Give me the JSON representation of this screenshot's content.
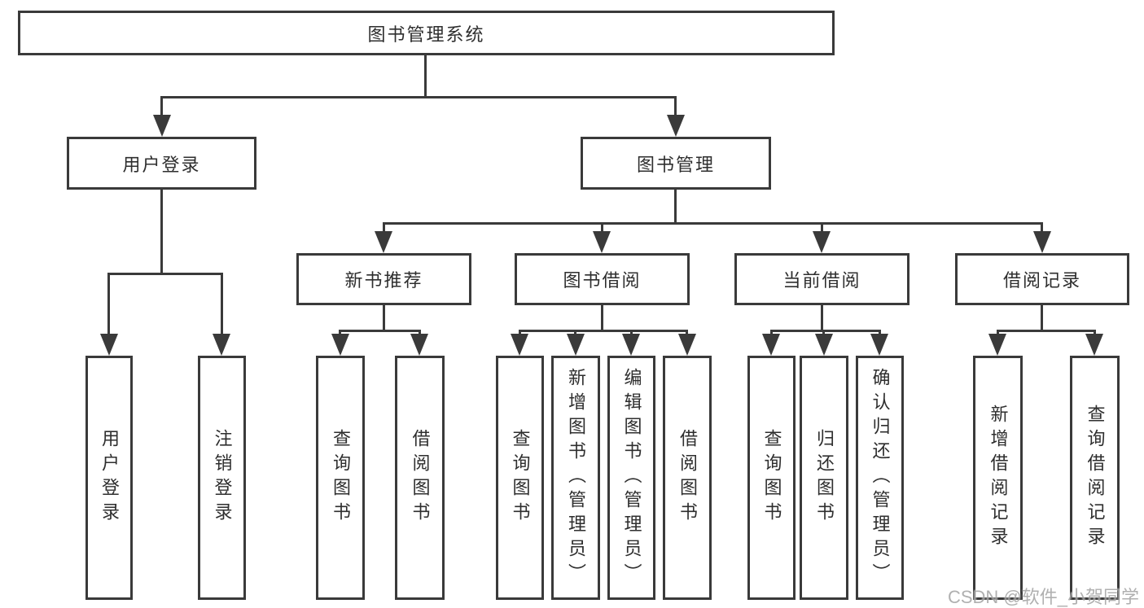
{
  "tree": {
    "root": "图书管理系统",
    "branches": [
      {
        "label": "用户登录",
        "leaves": [
          "用户登录",
          "注销登录"
        ]
      },
      {
        "label": "图书管理",
        "groups": [
          {
            "label": "新书推荐",
            "leaves": [
              "查询图书",
              "借阅图书"
            ]
          },
          {
            "label": "图书借阅",
            "leaves": [
              "查询图书",
              "新增图书（管理员）",
              "编辑图书（管理员）",
              "借阅图书"
            ]
          },
          {
            "label": "当前借阅",
            "leaves": [
              "查询图书",
              "归还图书",
              "确认归还（管理员）"
            ]
          },
          {
            "label": "借阅记录",
            "leaves": [
              "新增借阅记录",
              "查询借阅记录"
            ]
          }
        ]
      }
    ]
  },
  "watermark": "CSDN @软件_小贺同学",
  "colors": {
    "line": "#3a3a3a",
    "text": "#2e2e2e",
    "watermark": "#a3a3a3",
    "background": "#ffffff"
  }
}
